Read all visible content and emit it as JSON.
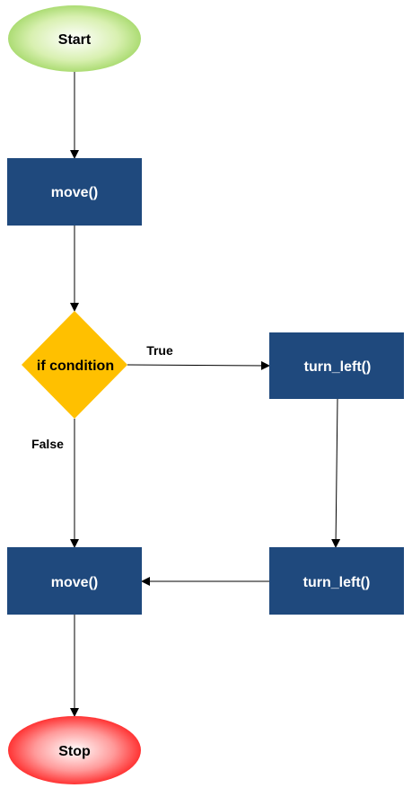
{
  "nodes": {
    "start": {
      "label": "Start"
    },
    "move_1": {
      "label": "move()"
    },
    "condition": {
      "label": "if condition"
    },
    "turn_left_1": {
      "label": "turn_left()"
    },
    "turn_left_2": {
      "label": "turn_left()"
    },
    "move_2": {
      "label": "move()"
    },
    "stop": {
      "label": "Stop"
    }
  },
  "edges": {
    "true_label": "True",
    "false_label": "False"
  },
  "colors": {
    "process_fill": "#1f497d",
    "decision_fill": "#ffc000",
    "start_fill": "#92d050",
    "stop_fill": "#ff0000",
    "connector": "#000000",
    "process_text": "#ffffff",
    "terminal_text": "#000000"
  }
}
